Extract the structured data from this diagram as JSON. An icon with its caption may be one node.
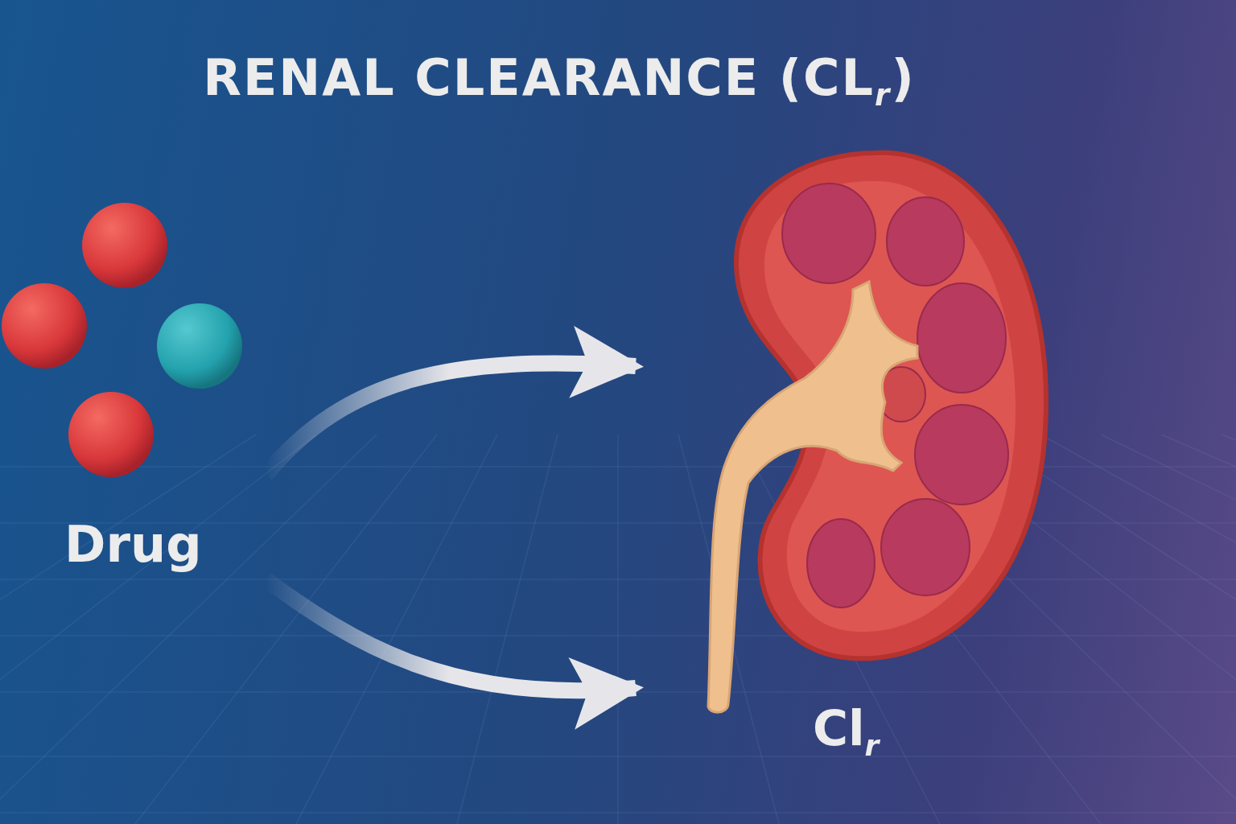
{
  "diagram": {
    "title": "RENAL CLEARANCE (CL$_{r}$)",
    "nodes": [
      {
        "text": [
          "Drug"
        ]
      },
      {
        "text": [],
        "shape": "picture",
        "beside": [
          "Cl$_{r}$"
        ]
      }
    ],
    "edges": [
      {
        "from": 0,
        "to": 1,
        "arrow": "to",
        "style": "thick"
      },
      {
        "from": 0,
        "to": 1,
        "arrow": "to",
        "style": "thick"
      }
    ]
  }
}
